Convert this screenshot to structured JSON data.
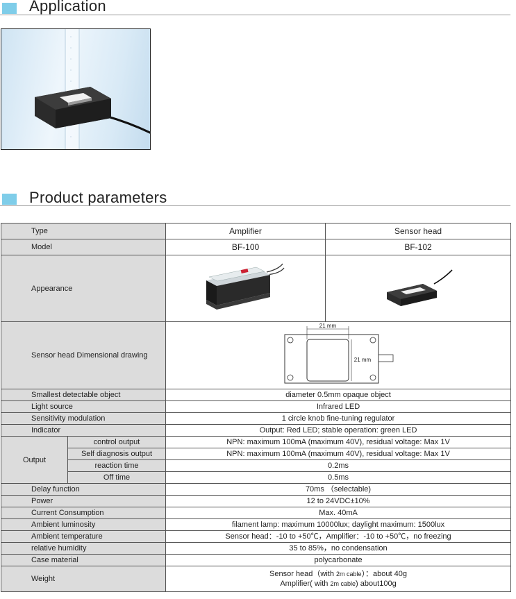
{
  "sections": {
    "application_title": "Application",
    "parameters_title": "Product parameters"
  },
  "table": {
    "header": {
      "label": "Type",
      "col1": "Amplifier",
      "col2": "Sensor head"
    },
    "model": {
      "label": "Model",
      "col1": "BF-100",
      "col2": "BF-102"
    },
    "appearance": {
      "label": "Appearance"
    },
    "drawing": {
      "label": "Sensor head Dimensional drawing",
      "dim_w": "21 mm",
      "dim_h": "21 mm"
    },
    "rows": [
      {
        "label": "Smallest detectable object",
        "value": "diameter 0.5mm opaque object"
      },
      {
        "label": "Light source",
        "value": "Infrared LED"
      },
      {
        "label": "Sensitivity modulation",
        "value": "1 circle knob fine-tuning regulator"
      },
      {
        "label": "Indicator",
        "value": "Output: Red LED; stable operation: green LED"
      }
    ],
    "output": {
      "label": "Output",
      "sub": [
        {
          "label": "control output",
          "value": "NPN: maximum 100mA (maximum 40V), residual voltage: Max 1V"
        },
        {
          "label": "Self diagnosis output",
          "value": "NPN: maximum 100mA (maximum 40V), residual voltage: Max 1V"
        },
        {
          "label": "reaction time",
          "value": "0.2ms"
        },
        {
          "label": "Off time",
          "value": "0.5ms"
        }
      ]
    },
    "rows2": [
      {
        "label": "Delay function",
        "value": "70ms （selectable)"
      },
      {
        "label": "Power",
        "value": "12 to 24VDC±10%"
      },
      {
        "label": "Current Consumption",
        "value": "Max. 40mA"
      },
      {
        "label": "Ambient luminosity",
        "value": "filament lamp: maximum 10000lux; daylight maximum: 1500lux"
      },
      {
        "label": "Ambient temperature",
        "value": "Sensor head：-10 to +50℃，Amplifier：-10 to +50℃，no freezing"
      },
      {
        "label": "relative humidity",
        "value": "35 to 85%，no condensation"
      },
      {
        "label": "Case material",
        "value": "polycarbonate"
      }
    ],
    "weight": {
      "label": "Weight",
      "line1_a": "Sensor head（with ",
      "line1_b": "2m cable",
      "line1_c": "）：about 40g",
      "line2_a": "Amplifier( with ",
      "line2_b": "2m cable",
      "line2_c": ") about100g"
    }
  }
}
